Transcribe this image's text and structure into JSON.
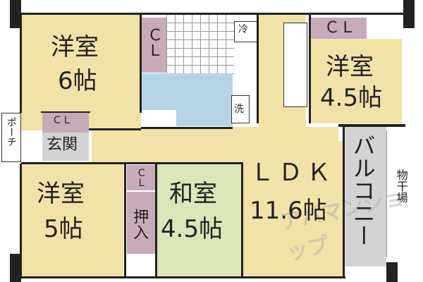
{
  "rooms": {
    "western_6": {
      "name": "洋室",
      "size": "6帖"
    },
    "western_45": {
      "name": "洋室",
      "size": "4.5帖"
    },
    "western_5": {
      "name": "洋室",
      "size": "5帖"
    },
    "japanese_45": {
      "name": "和室",
      "size": "4.5帖"
    },
    "ldk": {
      "name": "ＬＤＫ",
      "size": "11.6帖"
    }
  },
  "labels": {
    "cl": "ＣＬ",
    "cl_vertical": "ＣＬ",
    "fridge": "冷",
    "laundry": "洗",
    "porch": "ポーチ",
    "entrance": "玄関",
    "oshiire": "押入",
    "balcony": "バルコニー",
    "drying_area": "物干場"
  },
  "watermark": "アパマンショップ",
  "colors": {
    "room": "#f2e2a8",
    "closet": "#c9aab8",
    "balcony": "#d3d3d3",
    "wet_area": "#b7d3e6",
    "tatami": "#d9e7b9",
    "wall": "#222222"
  }
}
